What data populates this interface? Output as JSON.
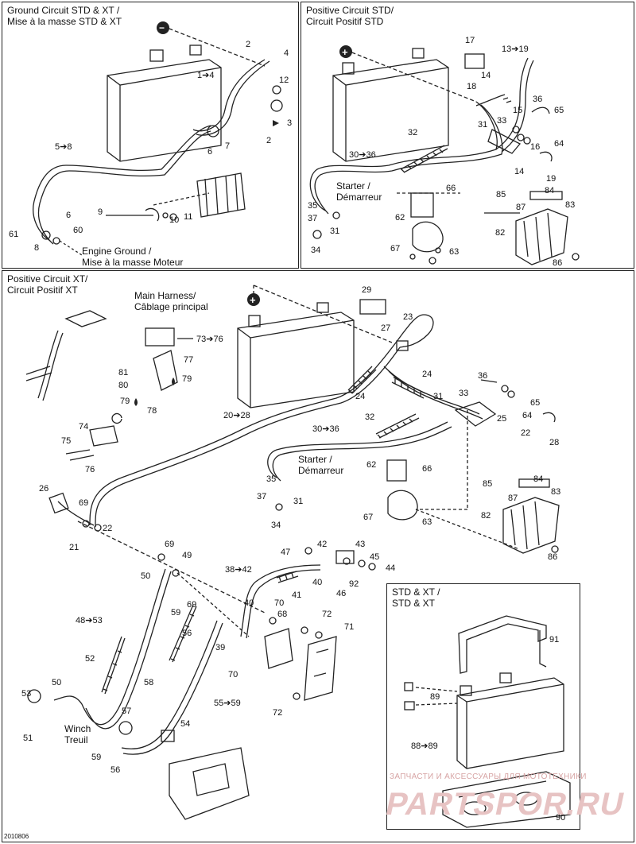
{
  "panels": {
    "ground": {
      "title": "Ground Circuit STD & XT /\nMise à la masse STD & XT"
    },
    "positive_std": {
      "title": "Positive Circuit STD/\nCircuit Positif STD"
    },
    "positive_xt": {
      "title": "Positive Circuit XT/\nCircuit Positif XT"
    },
    "battery_std_xt": {
      "title": "STD & XT /\nSTD & XT"
    }
  },
  "notes": {
    "engine_ground": "Engine Ground /\nMise à la masse Moteur",
    "starter_std": "Starter /\nDémarreur",
    "starter_xt": "Starter /\nDémarreur",
    "main_harness": "Main Harness/\nCâblage principal",
    "winch": "Winch\nTreuil"
  },
  "labels": {
    "ground": [
      "2",
      "4",
      "1➔4",
      "12",
      "3",
      "2",
      "7",
      "6",
      "5➔8",
      "9",
      "10",
      "11",
      "6",
      "61",
      "60",
      "8"
    ],
    "positive_std": [
      "17",
      "13➔19",
      "14",
      "18",
      "15",
      "36",
      "65",
      "33",
      "31",
      "16",
      "64",
      "32",
      "30➔36",
      "14",
      "19",
      "66",
      "85",
      "84",
      "87",
      "62",
      "83",
      "82",
      "35",
      "37",
      "31",
      "34",
      "67",
      "63",
      "86"
    ],
    "positive_xt": [
      "29",
      "23",
      "27",
      "73➔76",
      "77",
      "81",
      "80",
      "79",
      "79",
      "78",
      "24",
      "24",
      "20➔28",
      "74",
      "75",
      "76",
      "31",
      "33",
      "36",
      "65",
      "25",
      "64",
      "32",
      "30➔36",
      "22",
      "28",
      "62",
      "66",
      "85",
      "84",
      "87",
      "83",
      "82",
      "35",
      "37",
      "31",
      "34",
      "67",
      "63",
      "86",
      "26",
      "69",
      "22",
      "21",
      "69",
      "49",
      "47",
      "42",
      "43",
      "45",
      "44",
      "50",
      "38➔42",
      "40",
      "46",
      "92",
      "41",
      "69",
      "40",
      "70",
      "68",
      "72",
      "71",
      "48➔53",
      "59",
      "56",
      "39",
      "52",
      "70",
      "58",
      "55➔59",
      "72",
      "50",
      "53",
      "57",
      "54",
      "51",
      "59",
      "56"
    ],
    "battery": [
      "91",
      "89",
      "88➔89",
      "90"
    ]
  },
  "symbols": {
    "negative": "−",
    "positive": "+"
  },
  "footer": {
    "code": "2010806"
  },
  "watermark": {
    "top_text": "ЗАПЧАСТИ И АКСЕССУАРЫ ДЛЯ МОТОТЕХНИКИ",
    "logo": "PARTSPOR.RU"
  },
  "colors": {
    "line": "#222222",
    "watermark": "#e0a0a0"
  }
}
